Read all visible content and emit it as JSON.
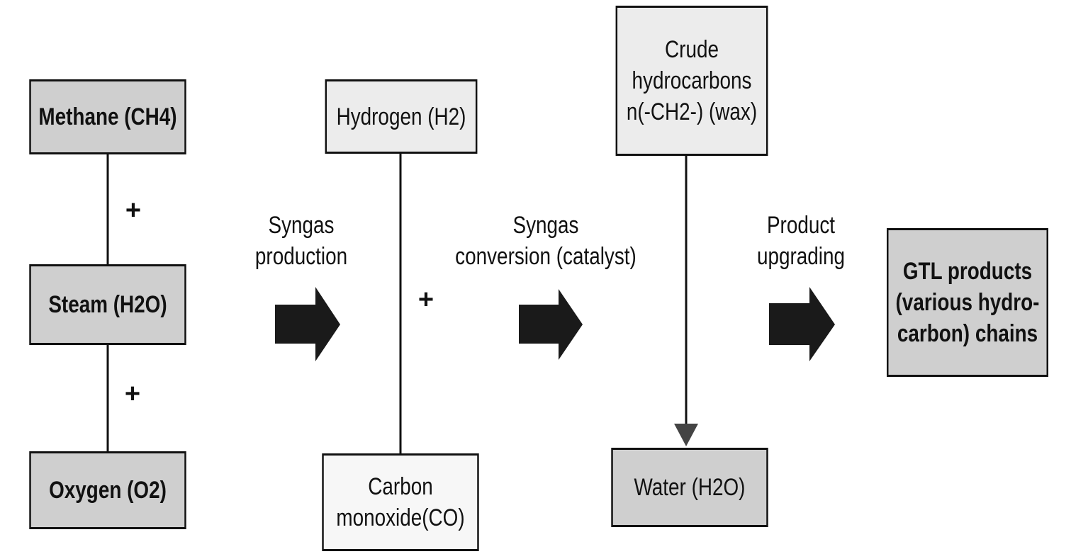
{
  "boxes": {
    "methane": "Methane (CH4)",
    "steam": "Steam (H2O)",
    "oxygen": "Oxygen (O2)",
    "hydrogen": "Hydrogen (H2)",
    "carbon_monoxide_line1": "Carbon",
    "carbon_monoxide_line2": "monoxide(CO)",
    "crude_line1": "Crude",
    "crude_line2": "hydrocarbons",
    "crude_line3": "n(-CH2-) (wax)",
    "water": "Water (H2O)",
    "gtl_line1": "GTL products",
    "gtl_line2": "(various hydro-",
    "gtl_line3": "carbon) chains"
  },
  "steps": {
    "syngas_production_line1": "Syngas",
    "syngas_production_line2": "production",
    "syngas_conversion_line1": "Syngas",
    "syngas_conversion_line2": "conversion (catalyst)",
    "product_upgrading_line1": "Product",
    "product_upgrading_line2": "upgrading"
  },
  "symbols": {
    "plus": "+"
  }
}
